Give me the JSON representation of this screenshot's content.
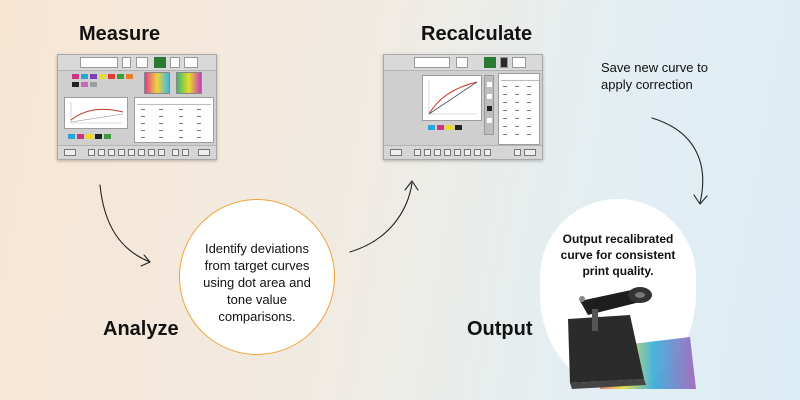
{
  "steps": {
    "measure": {
      "title": "Measure"
    },
    "recalculate": {
      "title": "Recalculate"
    },
    "analyze": {
      "title": "Analyze",
      "description": "Identify deviations from target curves using dot area and tone value comparisons."
    },
    "output": {
      "title": "Output",
      "description": "Output recalibrated curve for consistent print quality."
    }
  },
  "notes": {
    "save": "Save new curve to apply correction"
  },
  "colors": {
    "analyze_border": "#f0a33a",
    "arrow": "#222222",
    "curve_red": "#c0392b",
    "accent_green": "#2e8b3a"
  },
  "icons": [
    "arrow-icon",
    "spectrophotometer-icon",
    "curve-graph-icon"
  ]
}
